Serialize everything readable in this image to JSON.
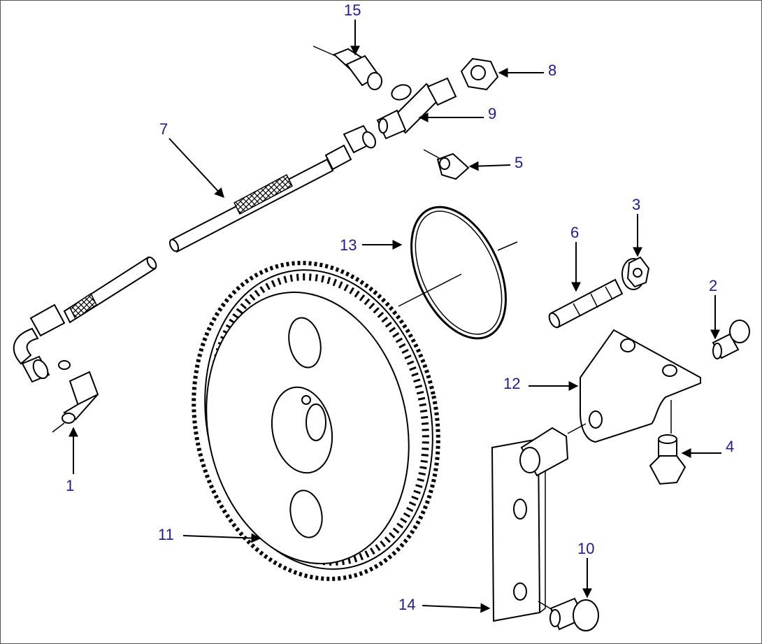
{
  "diagram": {
    "callouts": [
      {
        "id": "c1",
        "label": "1"
      },
      {
        "id": "c2",
        "label": "2"
      },
      {
        "id": "c3",
        "label": "3"
      },
      {
        "id": "c4",
        "label": "4"
      },
      {
        "id": "c5",
        "label": "5"
      },
      {
        "id": "c6",
        "label": "6"
      },
      {
        "id": "c7",
        "label": "7"
      },
      {
        "id": "c8",
        "label": "8"
      },
      {
        "id": "c9",
        "label": "9"
      },
      {
        "id": "c10",
        "label": "10"
      },
      {
        "id": "c11",
        "label": "11"
      },
      {
        "id": "c12",
        "label": "12"
      },
      {
        "id": "c13",
        "label": "13"
      },
      {
        "id": "c14",
        "label": "14"
      },
      {
        "id": "c15",
        "label": "15"
      }
    ],
    "colors": {
      "callout_text": "#1a1aa0",
      "line": "#000000",
      "background": "#ffffff"
    }
  }
}
